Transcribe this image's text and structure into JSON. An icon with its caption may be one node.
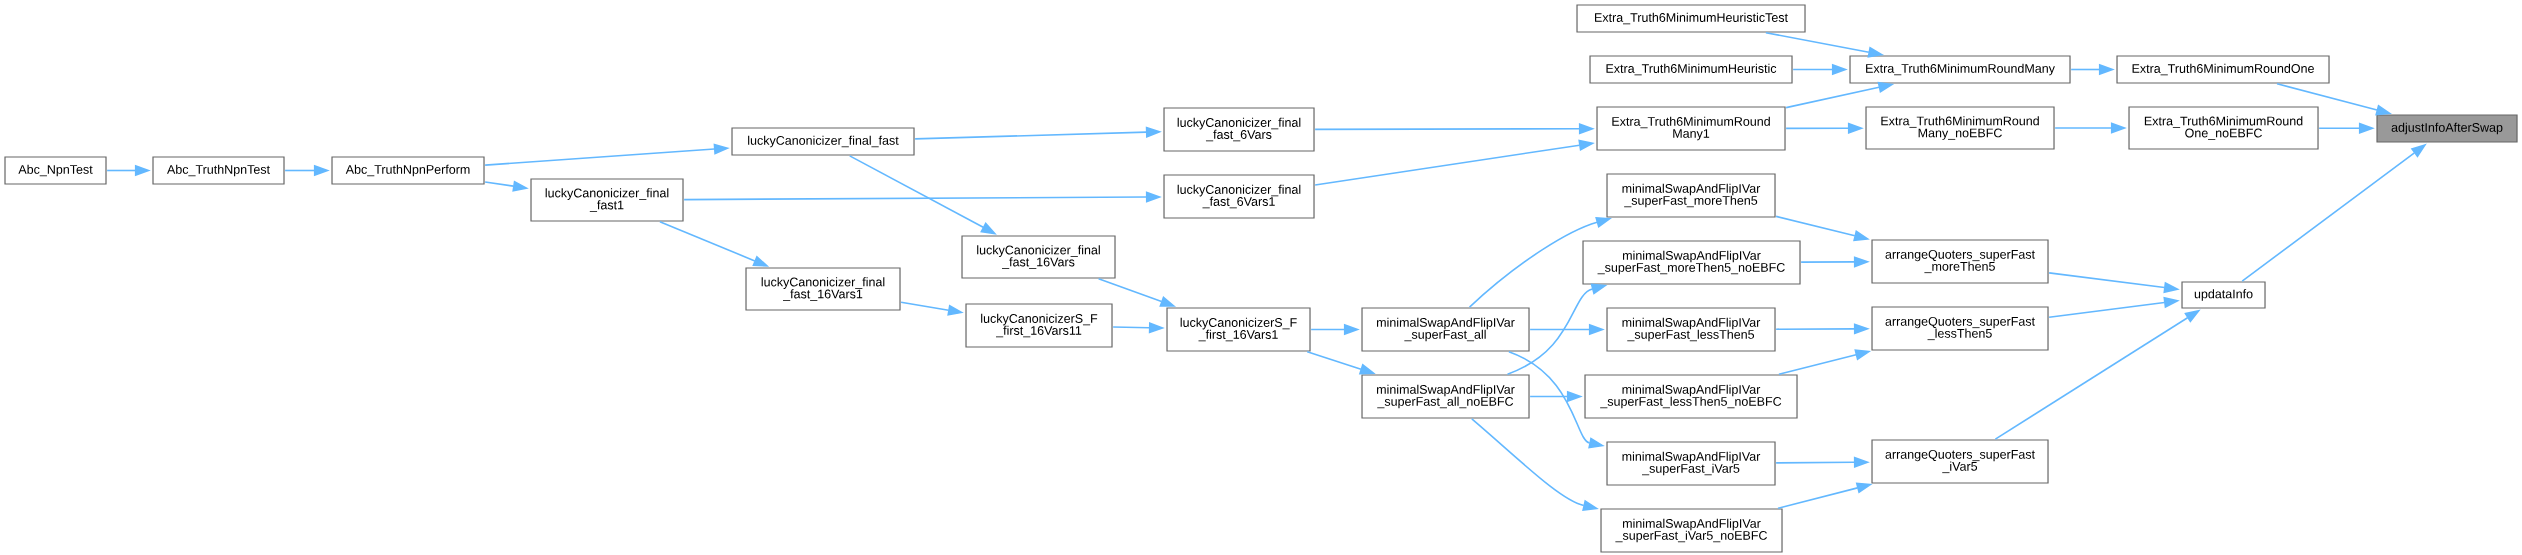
{
  "diagram": {
    "nodes": [
      {
        "text": [
          "Abc_NpnTest"
        ]
      },
      {
        "text": [
          "Abc_TruthNpnTest"
        ]
      },
      {
        "text": [
          "Abc_TruthNpnPerform"
        ]
      },
      {
        "text": [
          "luckyCanonicizer_final_fast"
        ]
      },
      {
        "text": [
          "luckyCanonicizer_final _fast1"
        ]
      },
      {
        "text": [
          "luckyCanonicizer_final _fast_16Vars1"
        ]
      },
      {
        "text": [
          "luckyCanonicizer_final _fast_6Vars"
        ]
      },
      {
        "text": [
          "luckyCanonicizer_final _fast_6Vars1"
        ]
      },
      {
        "text": [
          "luckyCanonicizer_final _fast_16Vars"
        ]
      },
      {
        "text": [
          "luckyCanonicizerS_F _first_16Vars11"
        ]
      },
      {
        "text": [
          "luckyCanonicizerS_F _first_16Vars1"
        ]
      },
      {
        "text": [
          "minimalSwapAndFlipIVar _superFast_all"
        ]
      },
      {
        "text": [
          "minimalSwapAndFlipIVar _superFast_all_noEBFC"
        ]
      },
      {
        "text": [
          "Extra_Truth6MinimumHeuristicTest"
        ]
      },
      {
        "text": [
          "Extra_Truth6MinimumHeuristic"
        ]
      },
      {
        "text": [
          "Extra_Truth6MinimumRound Many1"
        ]
      },
      {
        "text": [
          "minimalSwapAndFlipIVar _superFast_moreThen5"
        ]
      },
      {
        "text": [
          "minimalSwapAndFlipIVar _superFast_moreThen5_noEBFC"
        ]
      },
      {
        "text": [
          "minimalSwapAndFlipIVar _superFast_lessThen5"
        ]
      },
      {
        "text": [
          "minimalSwapAndFlipIVar _superFast_lessThen5_noEBFC"
        ]
      },
      {
        "text": [
          "minimalSwapAndFlipIVar _superFast_iVar5"
        ]
      },
      {
        "text": [
          "minimalSwapAndFlipIVar _superFast_iVar5_noEBFC"
        ]
      },
      {
        "text": [
          "Extra_Truth6MinimumRoundMany"
        ]
      },
      {
        "text": [
          "Extra_Truth6MinimumRound Many_noEBFC"
        ]
      },
      {
        "text": [
          "arrangeQuoters_superFast _moreThen5"
        ]
      },
      {
        "text": [
          "arrangeQuoters_superFast _lessThen5"
        ]
      },
      {
        "text": [
          "arrangeQuoters_superFast _iVar5"
        ]
      },
      {
        "text": [
          "Extra_Truth6MinimumRoundOne"
        ]
      },
      {
        "text": [
          "Extra_Truth6MinimumRound One_noEBFC"
        ]
      },
      {
        "text": [
          "updataInfo"
        ]
      },
      {
        "text": [
          "adjustInfoAfterSwap"
        ]
      }
    ],
    "edges": [
      {
        "from": 0,
        "to": 1,
        "arrow": "to"
      },
      {
        "from": 1,
        "to": 2,
        "arrow": "to"
      },
      {
        "from": 2,
        "to": 3,
        "arrow": "to"
      },
      {
        "from": 2,
        "to": 4,
        "arrow": "to"
      },
      {
        "from": 3,
        "to": 6,
        "arrow": "to"
      },
      {
        "from": 3,
        "to": 8,
        "arrow": "to"
      },
      {
        "from": 4,
        "to": 7,
        "arrow": "to"
      },
      {
        "from": 4,
        "to": 5,
        "arrow": "to"
      },
      {
        "from": 5,
        "to": 9,
        "arrow": "to"
      },
      {
        "from": 8,
        "to": 10,
        "arrow": "to"
      },
      {
        "from": 9,
        "to": 10,
        "arrow": "to"
      },
      {
        "from": 6,
        "to": 15,
        "arrow": "to"
      },
      {
        "from": 7,
        "to": 15,
        "arrow": "to"
      },
      {
        "from": 10,
        "to": 11,
        "arrow": "to"
      },
      {
        "from": 10,
        "to": 12,
        "arrow": "to"
      },
      {
        "from": 11,
        "to": 16,
        "arrow": "to"
      },
      {
        "from": 11,
        "to": 18,
        "arrow": "to"
      },
      {
        "from": 11,
        "to": 20,
        "arrow": "to"
      },
      {
        "from": 12,
        "to": 17,
        "arrow": "to"
      },
      {
        "from": 12,
        "to": 19,
        "arrow": "to"
      },
      {
        "from": 12,
        "to": 21,
        "arrow": "to"
      },
      {
        "from": 13,
        "to": 22,
        "arrow": "to"
      },
      {
        "from": 14,
        "to": 22,
        "arrow": "to"
      },
      {
        "from": 15,
        "to": 22,
        "arrow": "to"
      },
      {
        "from": 15,
        "to": 23,
        "arrow": "to"
      },
      {
        "from": 16,
        "to": 24,
        "arrow": "to"
      },
      {
        "from": 17,
        "to": 24,
        "arrow": "to"
      },
      {
        "from": 18,
        "to": 25,
        "arrow": "to"
      },
      {
        "from": 19,
        "to": 25,
        "arrow": "to"
      },
      {
        "from": 20,
        "to": 26,
        "arrow": "to"
      },
      {
        "from": 21,
        "to": 26,
        "arrow": "to"
      },
      {
        "from": 22,
        "to": 27,
        "arrow": "to"
      },
      {
        "from": 23,
        "to": 28,
        "arrow": "to"
      },
      {
        "from": 27,
        "to": 30,
        "arrow": "to"
      },
      {
        "from": 28,
        "to": 30,
        "arrow": "to"
      },
      {
        "from": 24,
        "to": 29,
        "arrow": "to"
      },
      {
        "from": 25,
        "to": 29,
        "arrow": "to"
      },
      {
        "from": 26,
        "to": 29,
        "arrow": "to"
      },
      {
        "from": 29,
        "to": 30,
        "arrow": "to"
      }
    ]
  }
}
